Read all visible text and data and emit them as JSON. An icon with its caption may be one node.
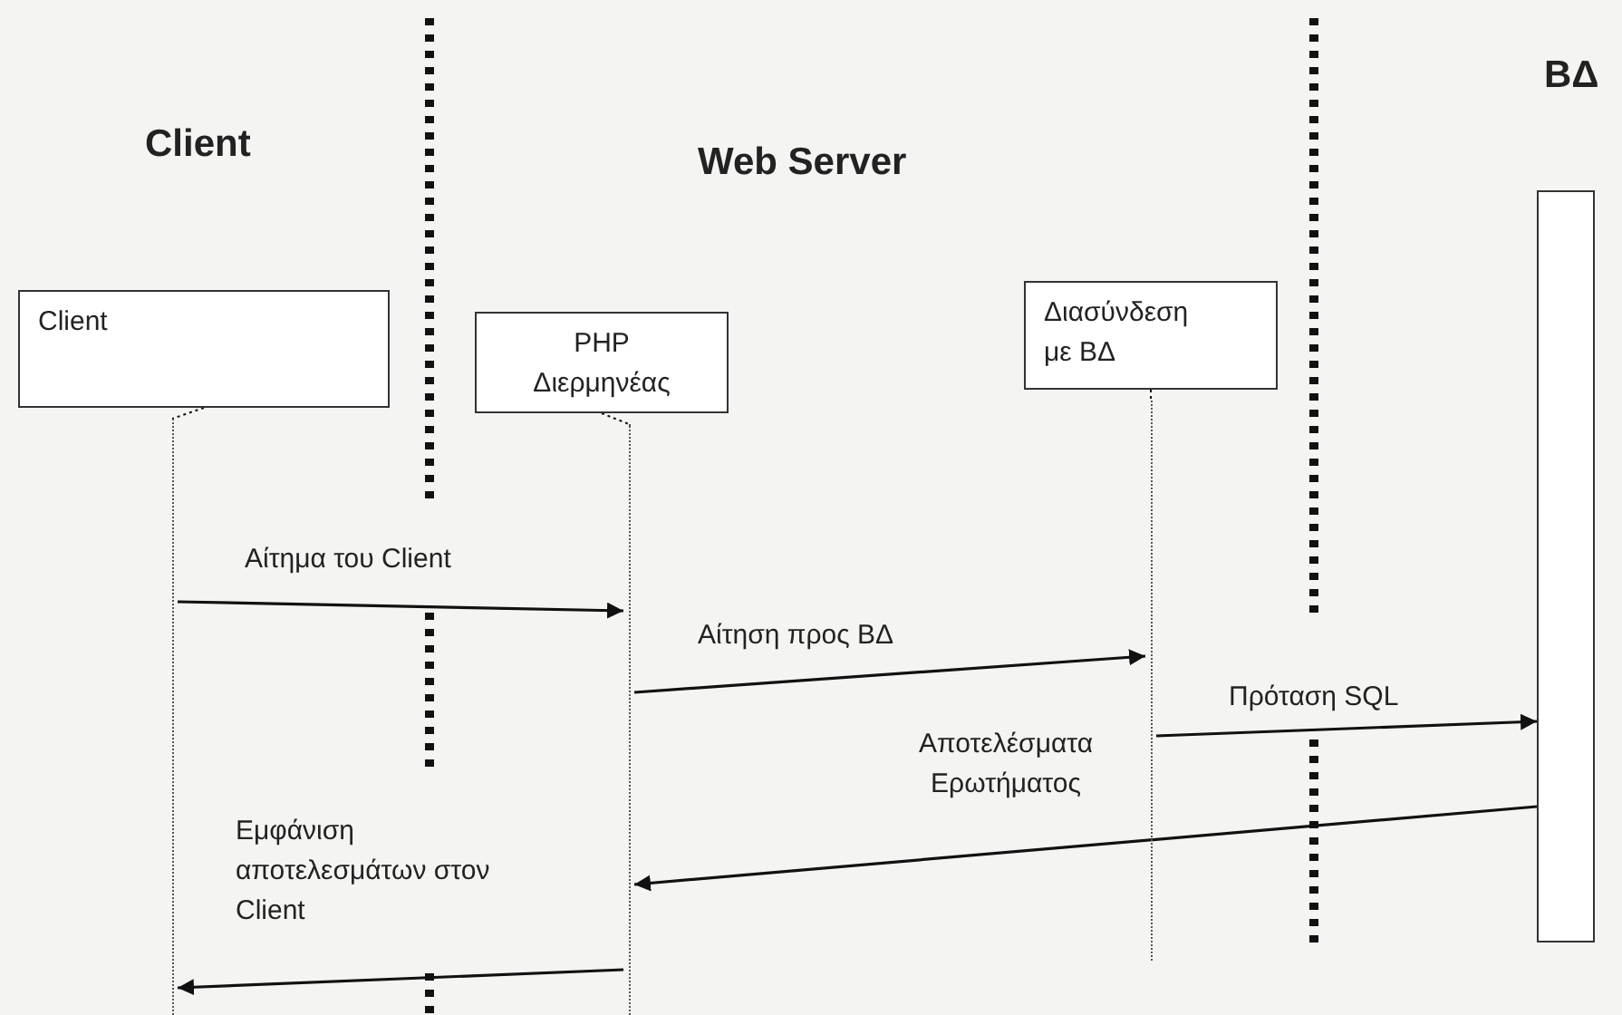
{
  "diagram": {
    "nodes": [
      {
        "text": [
          "Client"
        ]
      },
      {
        "text": [
          "PHP Διερμηνέας"
        ]
      },
      {
        "text": [
          "Διασύνδεση με ΒΔ"
        ]
      },
      {
        "text": [],
        "shape": "bar"
      },
      {
        "text": [],
        "shape": "line"
      },
      {
        "text": [],
        "shape": "line"
      },
      {
        "text": [],
        "shape": "line"
      }
    ],
    "edges": [
      {
        "from": 4,
        "to": 5,
        "arrow": "to",
        "label": "Αίτημα του Client"
      },
      {
        "from": 5,
        "to": 6,
        "arrow": "to",
        "label": "Αίτηση προς ΒΔ"
      },
      {
        "from": 6,
        "to": 3,
        "arrow": "to",
        "label": "Πρόταση SQL"
      },
      {
        "from": 3,
        "to": 5,
        "arrow": "to",
        "label": "Αποτελέσματα Ερωτήματος"
      },
      {
        "from": 5,
        "to": 4,
        "arrow": "to",
        "label": "Εμφάνιση αποτελεσμάτων στον Client"
      },
      {
        "from": 0,
        "to": 4,
        "arrow": "none",
        "style": "dashed"
      },
      {
        "from": 1,
        "to": 5,
        "arrow": "none",
        "style": "dashed"
      },
      {
        "from": 2,
        "to": 6,
        "arrow": "none",
        "style": "dashed"
      }
    ],
    "labels": [
      "ΒΔ",
      "Client",
      "Web Server"
    ]
  }
}
